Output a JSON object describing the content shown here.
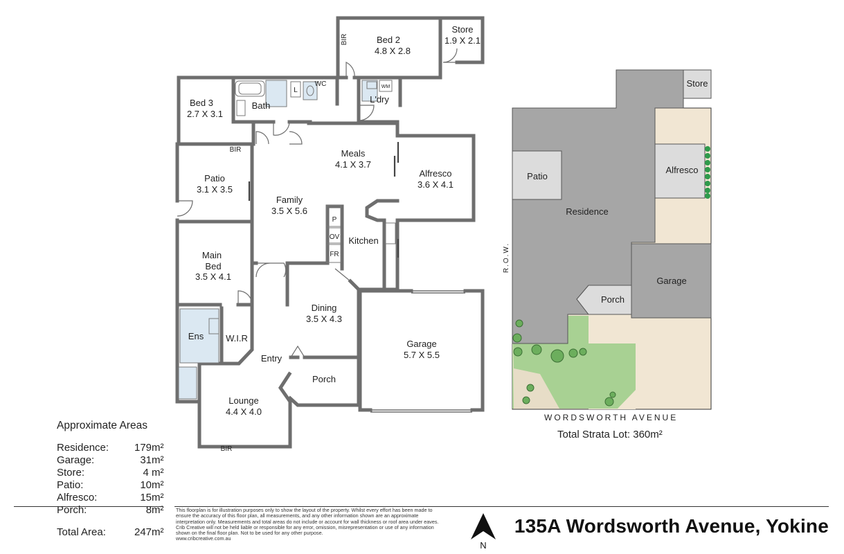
{
  "floorplan": {
    "rooms": {
      "bed2": {
        "name": "Bed 2",
        "size": "4.8 X 2.8"
      },
      "store": {
        "name": "Store",
        "size": "1.9 X 2.1"
      },
      "bed3": {
        "name": "Bed 3",
        "size": "2.7 X 3.1"
      },
      "bath": {
        "name": "Bath"
      },
      "wc": {
        "name": "WC"
      },
      "laundry": {
        "name": "L'dry"
      },
      "meals": {
        "name": "Meals",
        "size": "4.1 X 3.7"
      },
      "alfresco": {
        "name": "Alfresco",
        "size": "3.6 X 4.1"
      },
      "patio": {
        "name": "Patio",
        "size": "3.1 X 3.5"
      },
      "family": {
        "name": "Family",
        "size": "3.5 X 5.6"
      },
      "kitchen": {
        "name": "Kitchen"
      },
      "main_bed": {
        "name_line1": "Main",
        "name_line2": "Bed",
        "size": "3.5 X 4.1"
      },
      "dining": {
        "name": "Dining",
        "size": "3.5 X 4.3"
      },
      "garage": {
        "name": "Garage",
        "size": "5.7 X 5.5"
      },
      "ens": {
        "name": "Ens"
      },
      "wir": {
        "name": "W.I.R"
      },
      "entry": {
        "name": "Entry"
      },
      "porch": {
        "name": "Porch"
      },
      "lounge": {
        "name": "Lounge",
        "size": "4.4 X 4.0"
      }
    },
    "small_labels": {
      "bir": "BIR",
      "linen": "L",
      "wm": "WM",
      "pantry": "P",
      "oven": "OV",
      "fridge": "FR"
    }
  },
  "site_plan": {
    "labels": {
      "store": "Store",
      "patio": "Patio",
      "alfresco": "Alfresco",
      "residence": "Residence",
      "garage": "Garage",
      "porch": "Porch",
      "row": "R.O.W."
    },
    "street": "WORDSWORTH AVENUE",
    "total_strata": "Total Strata Lot: 360m²"
  },
  "areas": {
    "title": "Approximate Areas",
    "rows": [
      {
        "label": "Residence:",
        "value": "179m²"
      },
      {
        "label": "Garage:",
        "value": "31m²"
      },
      {
        "label": "Store:",
        "value": "4 m²"
      },
      {
        "label": "Patio:",
        "value": "10m²"
      },
      {
        "label": "Alfresco:",
        "value": "15m²"
      },
      {
        "label": "Porch:",
        "value": "8m²"
      }
    ],
    "total_label": "Total Area:",
    "total_value": "247m²"
  },
  "disclaimer": "This floorplan is for illustration purposes only to show the layout of the property. Whilst every effort has been made to ensure the accuracy of this floor plan, all measurements, and any other information shown are an approximate interpretation only. Measurements and total areas do not include or account for wall thickness or roof area under eaves. Crib Creative will not be held liable or responsible for any error, omission, misrepresentation or use of any information shown on the final floor plan. Not to be used for any other purpose.",
  "website": "www.cribcreative.com.au",
  "north_label": "N",
  "address": "135A Wordsworth Avenue, Yokine"
}
